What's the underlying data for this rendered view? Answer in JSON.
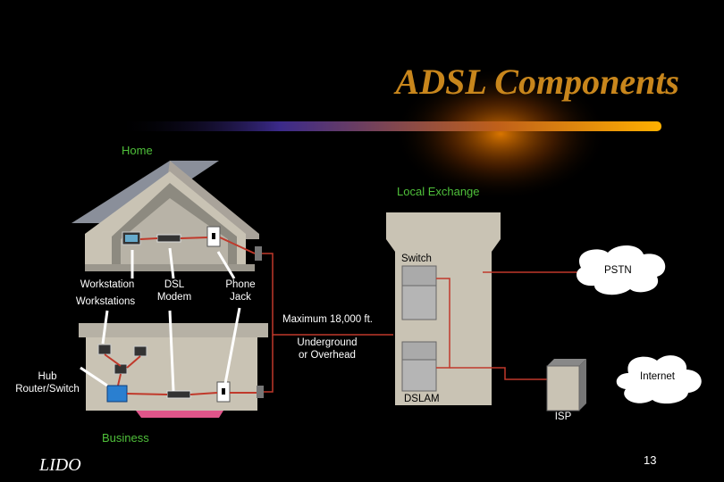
{
  "title": "ADSL Components",
  "labels": {
    "home": "Home",
    "local_exchange": "Local Exchange",
    "switch": "Switch",
    "pstn": "PSTN",
    "workstation": "Workstation",
    "workstations": "Workstations",
    "dsl_modem": "DSL Modem",
    "phone_jack": "Phone Jack",
    "max_distance": "Maximum 18,000 ft.",
    "underground": "Underground or Overhead",
    "hub": "Hub Router/Switch",
    "internet": "Internet",
    "dslam": "DSLAM",
    "isp": "ISP",
    "business": "Business"
  },
  "footer": {
    "logo": "LIDO",
    "page_number": "13"
  },
  "colors": {
    "title": "#c8861c",
    "section_label": "#4fc03a",
    "wire": "#c0392b",
    "building": "#c9c3b4"
  }
}
